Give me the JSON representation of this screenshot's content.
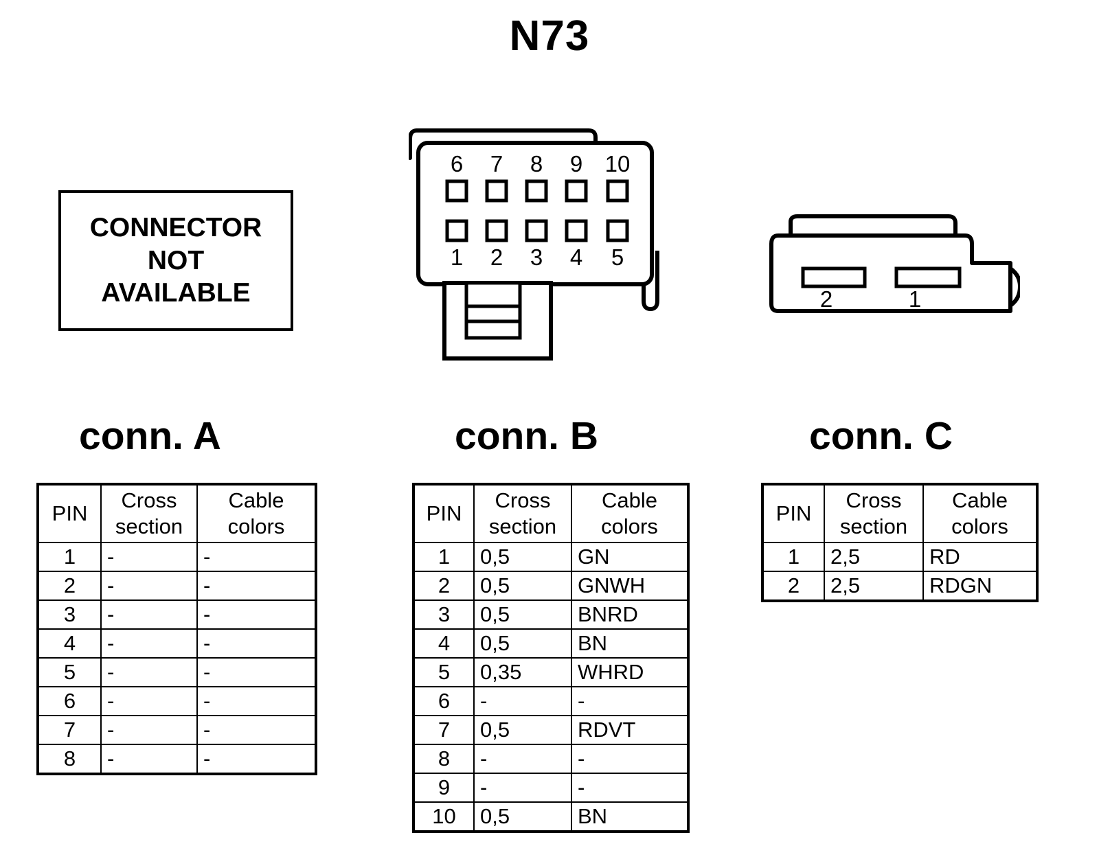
{
  "title": "N73",
  "not_available_notice": {
    "lines": [
      "CONNECTOR",
      "NOT",
      "AVAILABLE"
    ]
  },
  "connector_b_drawing": {
    "top_row_labels": [
      "6",
      "7",
      "8",
      "9",
      "10"
    ],
    "bottom_row_labels": [
      "1",
      "2",
      "3",
      "4",
      "5"
    ]
  },
  "connector_c_drawing": {
    "slot_labels": [
      "2",
      "1"
    ]
  },
  "headings": {
    "conn_a": "conn. A",
    "conn_b": "conn. B",
    "conn_c": "conn. C"
  },
  "table_headers": {
    "pin": "PIN",
    "cross_line1": "Cross",
    "cross_line2": "section",
    "cable_line1": "Cable",
    "cable_line2": "colors"
  },
  "tables": {
    "conn_a": {
      "columns": [
        "PIN",
        "Cross section",
        "Cable colors"
      ],
      "rows": [
        {
          "pin": "1",
          "cross_section": "-",
          "cable_colors": "-"
        },
        {
          "pin": "2",
          "cross_section": "-",
          "cable_colors": "-"
        },
        {
          "pin": "3",
          "cross_section": "-",
          "cable_colors": "-"
        },
        {
          "pin": "4",
          "cross_section": "-",
          "cable_colors": "-"
        },
        {
          "pin": "5",
          "cross_section": "-",
          "cable_colors": "-"
        },
        {
          "pin": "6",
          "cross_section": "-",
          "cable_colors": "-"
        },
        {
          "pin": "7",
          "cross_section": "-",
          "cable_colors": "-"
        },
        {
          "pin": "8",
          "cross_section": "-",
          "cable_colors": "-"
        }
      ]
    },
    "conn_b": {
      "columns": [
        "PIN",
        "Cross section",
        "Cable colors"
      ],
      "rows": [
        {
          "pin": "1",
          "cross_section": "0,5",
          "cable_colors": "GN"
        },
        {
          "pin": "2",
          "cross_section": "0,5",
          "cable_colors": "GNWH"
        },
        {
          "pin": "3",
          "cross_section": "0,5",
          "cable_colors": "BNRD"
        },
        {
          "pin": "4",
          "cross_section": "0,5",
          "cable_colors": "BN"
        },
        {
          "pin": "5",
          "cross_section": "0,35",
          "cable_colors": "WHRD"
        },
        {
          "pin": "6",
          "cross_section": "-",
          "cable_colors": "-"
        },
        {
          "pin": "7",
          "cross_section": "0,5",
          "cable_colors": "RDVT"
        },
        {
          "pin": "8",
          "cross_section": "-",
          "cable_colors": "-"
        },
        {
          "pin": "9",
          "cross_section": "-",
          "cable_colors": "-"
        },
        {
          "pin": "10",
          "cross_section": "0,5",
          "cable_colors": "BN"
        }
      ]
    },
    "conn_c": {
      "columns": [
        "PIN",
        "Cross section",
        "Cable colors"
      ],
      "rows": [
        {
          "pin": "1",
          "cross_section": "2,5",
          "cable_colors": "RD"
        },
        {
          "pin": "2",
          "cross_section": "2,5",
          "cable_colors": "RDGN"
        }
      ]
    }
  },
  "colors": {
    "ink": "#000000",
    "paper": "#ffffff"
  }
}
